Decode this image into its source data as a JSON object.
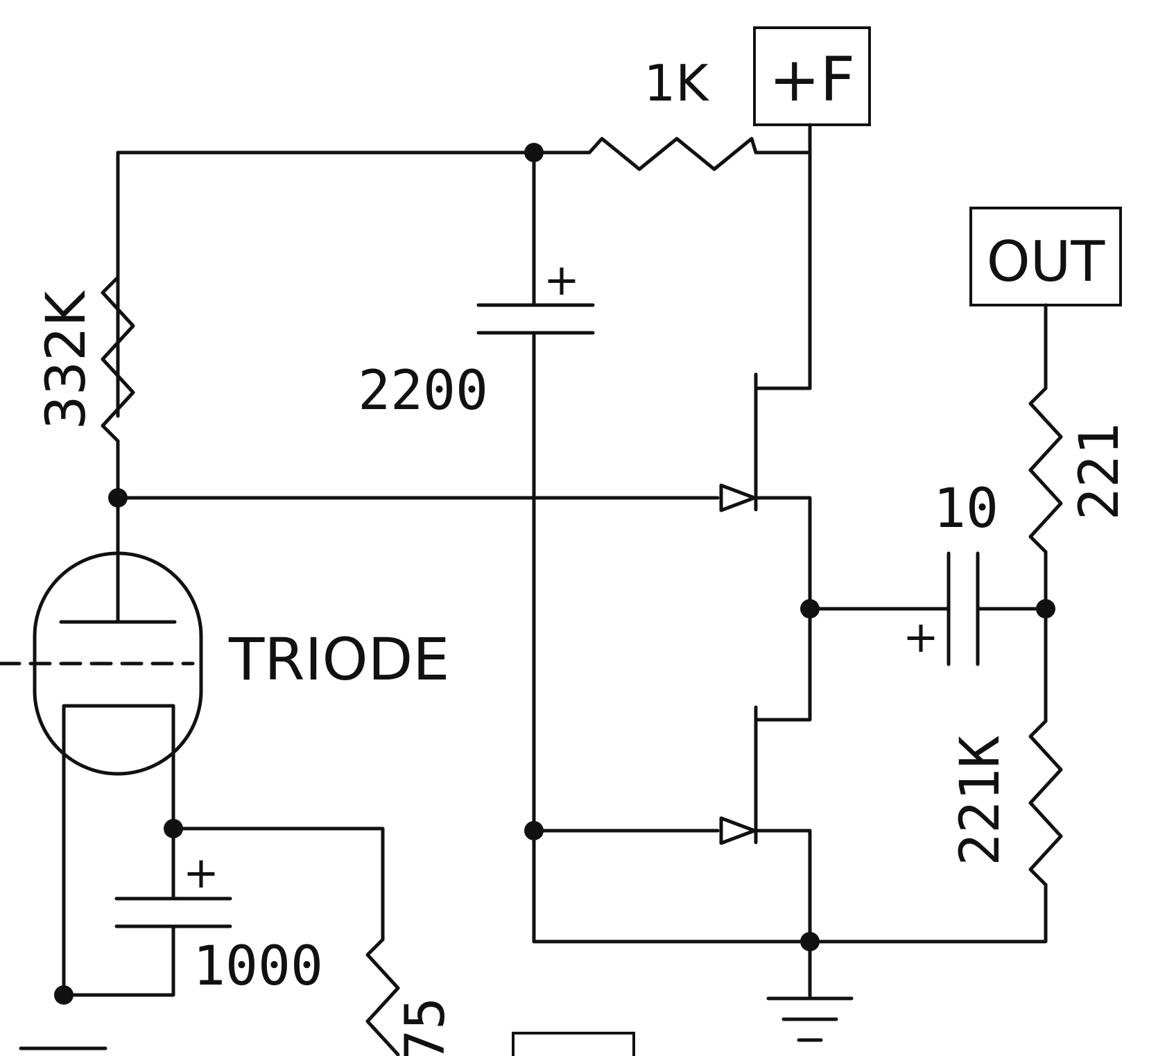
{
  "labels": {
    "r_1k": "1K",
    "supply": "+F",
    "output": "OUT",
    "r_332k": "332K",
    "c_2200": "2200",
    "c_2200_plus": "+",
    "tube": "TRIODE",
    "r_221": "221",
    "c_10": "10",
    "c_10_plus": "+",
    "r_221k": "221K",
    "c_1000": "1000",
    "c_1000_plus": "+",
    "r_75": "75"
  },
  "colors": {
    "ink": "#111111",
    "background": "#ffffff"
  }
}
